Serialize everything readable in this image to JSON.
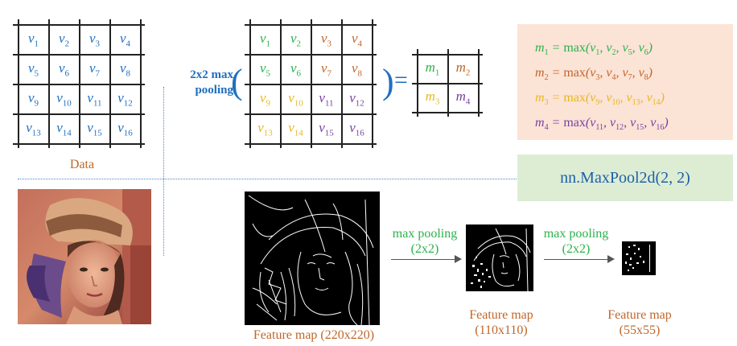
{
  "data_grid": {
    "cells": [
      "v1",
      "v2",
      "v3",
      "v4",
      "v5",
      "v6",
      "v7",
      "v8",
      "v9",
      "v10",
      "v11",
      "v12",
      "v13",
      "v14",
      "v15",
      "v16"
    ],
    "color": "#1f6fbf",
    "label": "Data"
  },
  "pooling": {
    "title_line1": "2x2 max",
    "title_line2": "pooling",
    "open_paren": "(",
    "close_paren": ")",
    "equals": "=",
    "cells": [
      {
        "text": "v1",
        "color": "#2bb24a"
      },
      {
        "text": "v2",
        "color": "#2bb24a"
      },
      {
        "text": "v3",
        "color": "#c0662a"
      },
      {
        "text": "v4",
        "color": "#c0662a"
      },
      {
        "text": "v5",
        "color": "#2bb24a"
      },
      {
        "text": "v6",
        "color": "#2bb24a"
      },
      {
        "text": "v7",
        "color": "#c0662a"
      },
      {
        "text": "v8",
        "color": "#c0662a"
      },
      {
        "text": "v9",
        "color": "#e8b820"
      },
      {
        "text": "v10",
        "color": "#e8b820"
      },
      {
        "text": "v11",
        "color": "#7a3fa0"
      },
      {
        "text": "v12",
        "color": "#7a3fa0"
      },
      {
        "text": "v13",
        "color": "#e8b820"
      },
      {
        "text": "v14",
        "color": "#e8b820"
      },
      {
        "text": "v15",
        "color": "#7a3fa0"
      },
      {
        "text": "v16",
        "color": "#7a3fa0"
      }
    ]
  },
  "result_grid": {
    "cells": [
      {
        "text": "m1",
        "color": "#2bb24a"
      },
      {
        "text": "m2",
        "color": "#c0662a"
      },
      {
        "text": "m3",
        "color": "#e8b820"
      },
      {
        "text": "m4",
        "color": "#7a3fa0"
      }
    ]
  },
  "formulas": [
    {
      "lhs": "m1",
      "args": [
        "v1",
        "v2",
        "v5",
        "v6"
      ],
      "color": "#2bb24a"
    },
    {
      "lhs": "m2",
      "args": [
        "v3",
        "v4",
        "v7",
        "v8"
      ],
      "color": "#c0662a"
    },
    {
      "lhs": "m3",
      "args": [
        "v9",
        "v10",
        "v13",
        "v14"
      ],
      "color": "#e8b820"
    },
    {
      "lhs": "m4",
      "args": [
        "v11",
        "v12",
        "v15",
        "v16"
      ],
      "color": "#7a3fa0"
    }
  ],
  "formula_fn": "max",
  "code": "nn.MaxPool2d(2, 2)",
  "feature_maps": {
    "map1_label": "Feature map (220x220)",
    "map2_label_line1": "Feature map",
    "map2_label_line2": "(110x110)",
    "map3_label_line1": "Feature map",
    "map3_label_line2": "(55x55)"
  },
  "arrows": {
    "a1_line1": "max pooling",
    "a1_line2": "(2x2)",
    "a2_line1": "max pooling",
    "a2_line2": "(2x2)"
  },
  "photo": {
    "icon": "portrait-photo-icon"
  }
}
